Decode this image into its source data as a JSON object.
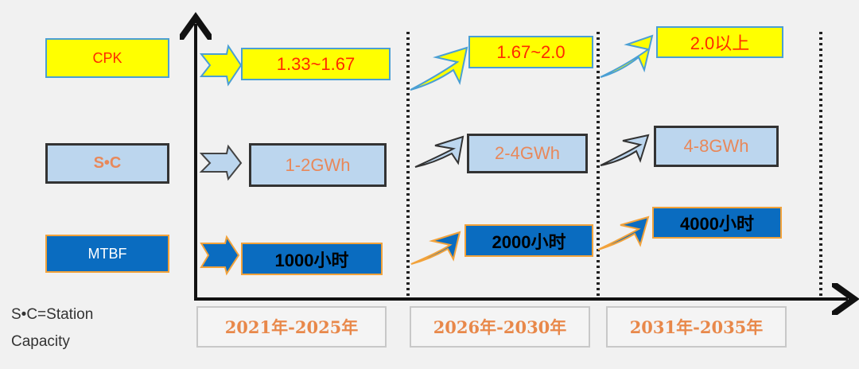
{
  "metrics": {
    "cpk": {
      "label": "CPK",
      "values": [
        "1.33~1.67",
        "1.67~2.0",
        "2.0以上"
      ]
    },
    "sc": {
      "label": "S•C",
      "values": [
        "1-2GWh",
        "2-4GWh",
        "4-8GWh"
      ]
    },
    "mtbf": {
      "label": "MTBF",
      "values": [
        "1000小时",
        "2000小时",
        "4000小时"
      ]
    }
  },
  "periods": [
    "2021年-2025年",
    "2026年-2030年",
    "2031年-2035年"
  ],
  "footnote": {
    "line1": "S•C=Station",
    "line2": "Capacity"
  },
  "colors": {
    "cpk_fill": "#ffff00",
    "sc_fill": "#bcd6ee",
    "mtbf_fill": "#0a6cc0",
    "text_orange": "#e8885a",
    "text_red": "#ff2a00"
  }
}
